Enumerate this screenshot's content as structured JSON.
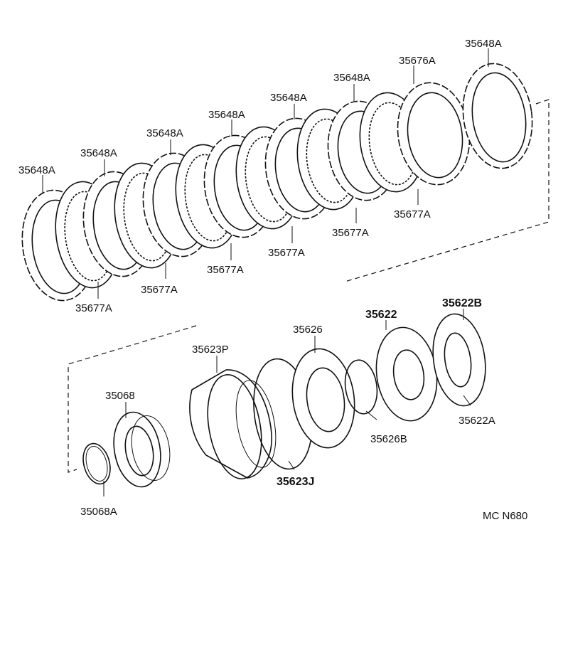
{
  "diagram_code": "MC N680",
  "parts": {
    "p1": "35648A",
    "p2": "35648A",
    "p3": "35648A",
    "p4": "35648A",
    "p5": "35648A",
    "p6": "35648A",
    "p7": "35648A",
    "p8": "35676A",
    "p9": "35677A",
    "p10": "35677A",
    "p11": "35677A",
    "p12": "35677A",
    "p13": "35677A",
    "p14": "35677A",
    "p15": "35622",
    "p16": "35622B",
    "p17": "35626",
    "p18": "35623P",
    "p19": "35068",
    "p20": "35626B",
    "p21": "35622A",
    "p22": "35623J",
    "p23": "35068A"
  }
}
